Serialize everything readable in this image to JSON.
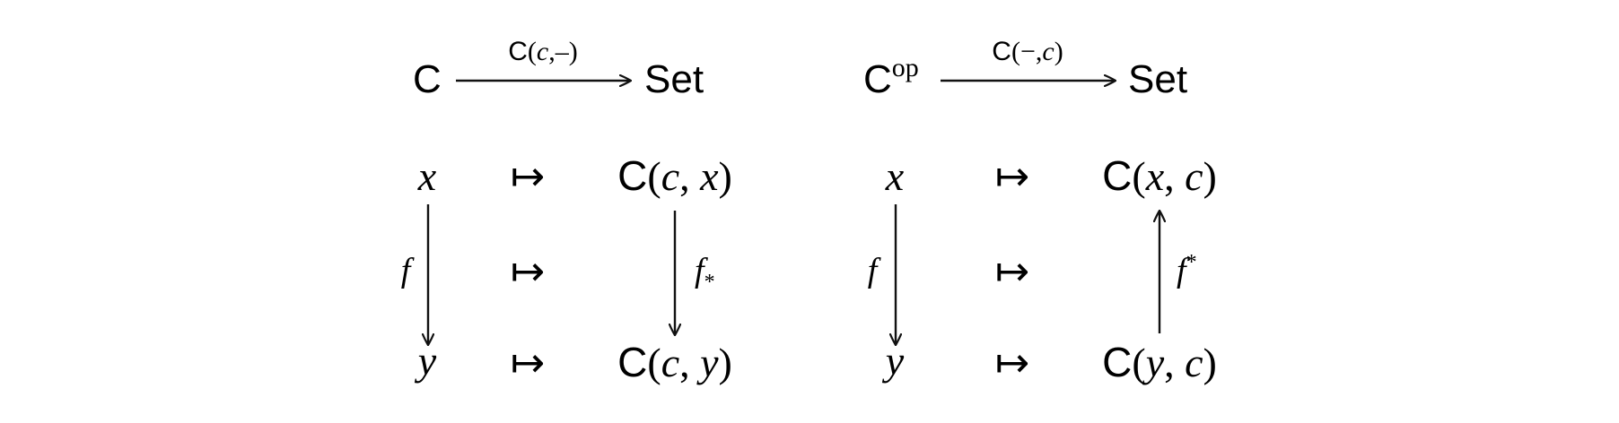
{
  "left_diagram": {
    "top_row": {
      "domain_category": "C",
      "functor_label": {
        "cat": "C",
        "open": "(",
        "var": "c",
        "sep": ",",
        "dash": "–",
        "close": ")"
      },
      "codomain": "Set"
    },
    "rows": {
      "top": {
        "object": "x",
        "mapsto": "↦",
        "image": {
          "cat": "C",
          "open": "(",
          "a": "c",
          "sep": ", ",
          "b": "x",
          "close": ")"
        }
      },
      "middle": {
        "morphism": "f",
        "mapsto": "↦",
        "image_morphism": {
          "base": "f",
          "sub": "*"
        }
      },
      "bottom": {
        "object": "y",
        "mapsto": "↦",
        "image": {
          "cat": "C",
          "open": "(",
          "a": "c",
          "sep": ", ",
          "b": "y",
          "close": ")"
        }
      }
    },
    "right_arrow_direction": "down"
  },
  "right_diagram": {
    "top_row": {
      "domain_category": {
        "base": "C",
        "sup": "op"
      },
      "functor_label": {
        "cat": "C",
        "open": "(",
        "dash": "−",
        "sep": ",",
        "var": "c",
        "close": ")"
      },
      "codomain": "Set"
    },
    "rows": {
      "top": {
        "object": "x",
        "mapsto": "↦",
        "image": {
          "cat": "C",
          "open": "(",
          "a": "x",
          "sep": ", ",
          "b": "c",
          "close": ")"
        }
      },
      "middle": {
        "morphism": "f",
        "mapsto": "↦",
        "image_morphism": {
          "base": "f",
          "sup": "*"
        }
      },
      "bottom": {
        "object": "y",
        "mapsto": "↦",
        "image": {
          "cat": "C",
          "open": "(",
          "a": "y",
          "sep": ", ",
          "b": "c",
          "close": ")"
        }
      }
    },
    "right_arrow_direction": "up"
  },
  "colors": {
    "ink": "#111111",
    "background": "#ffffff"
  }
}
